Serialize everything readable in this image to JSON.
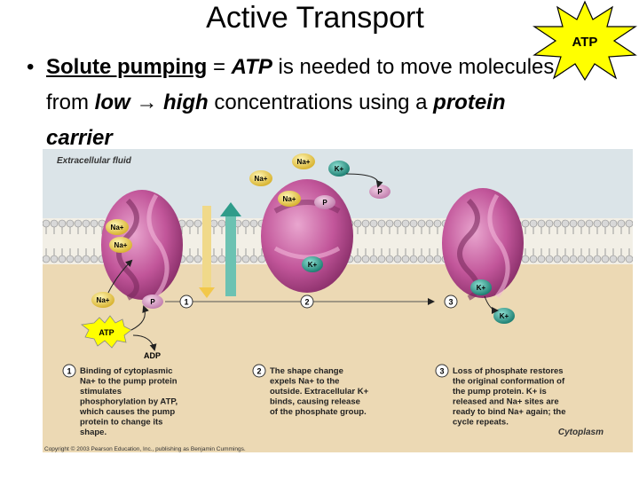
{
  "slide": {
    "title": "Active Transport",
    "bullet_symbol": "•",
    "bullet": {
      "term": "Solute pumping",
      "eq": " = ",
      "atp": "ATP",
      "mid": " is needed to move molecules from ",
      "low": "low",
      "arrow": " → ",
      "high": "high",
      "end": " concentrations using a ",
      "carrier": "protein carrier"
    },
    "badge": "ATP"
  },
  "figure": {
    "extracellular_label": "Extracellular fluid",
    "cytoplasm_label": "Cytoplasm",
    "copyright": "Copyright © 2003 Pearson Education, Inc., publishing as Benjamin Cummings.",
    "ion_na": "Na+",
    "ion_k": "K+",
    "phosphate": "P",
    "atp": "ATP",
    "adp": "ADP",
    "steps": [
      {
        "num": "1",
        "lines": [
          "Binding of cytoplasmic",
          "Na+ to the pump protein",
          "stimulates",
          "phosphorylation by ATP,",
          "which causes the pump",
          "protein to change its",
          "shape."
        ]
      },
      {
        "num": "2",
        "lines": [
          "The shape change",
          "expels Na+ to the",
          "outside. Extracellular K+",
          "binds, causing release",
          "of the phosphate group."
        ]
      },
      {
        "num": "3",
        "lines": [
          "Loss of phosphate restores",
          "the original conformation of",
          "the pump protein. K+ is",
          "released and Na+ sites are",
          "ready to bind Na+ again; the",
          "cycle repeats."
        ]
      }
    ]
  },
  "colors": {
    "extracellular": "#dbe4e8",
    "cytoplasm": "#ecd9b4",
    "protein": "#c2569a",
    "sodium": "#e8c84a",
    "potassium": "#2a9a8a",
    "phosphate": "#d6a0c4",
    "atp_star": "#ffff00"
  }
}
